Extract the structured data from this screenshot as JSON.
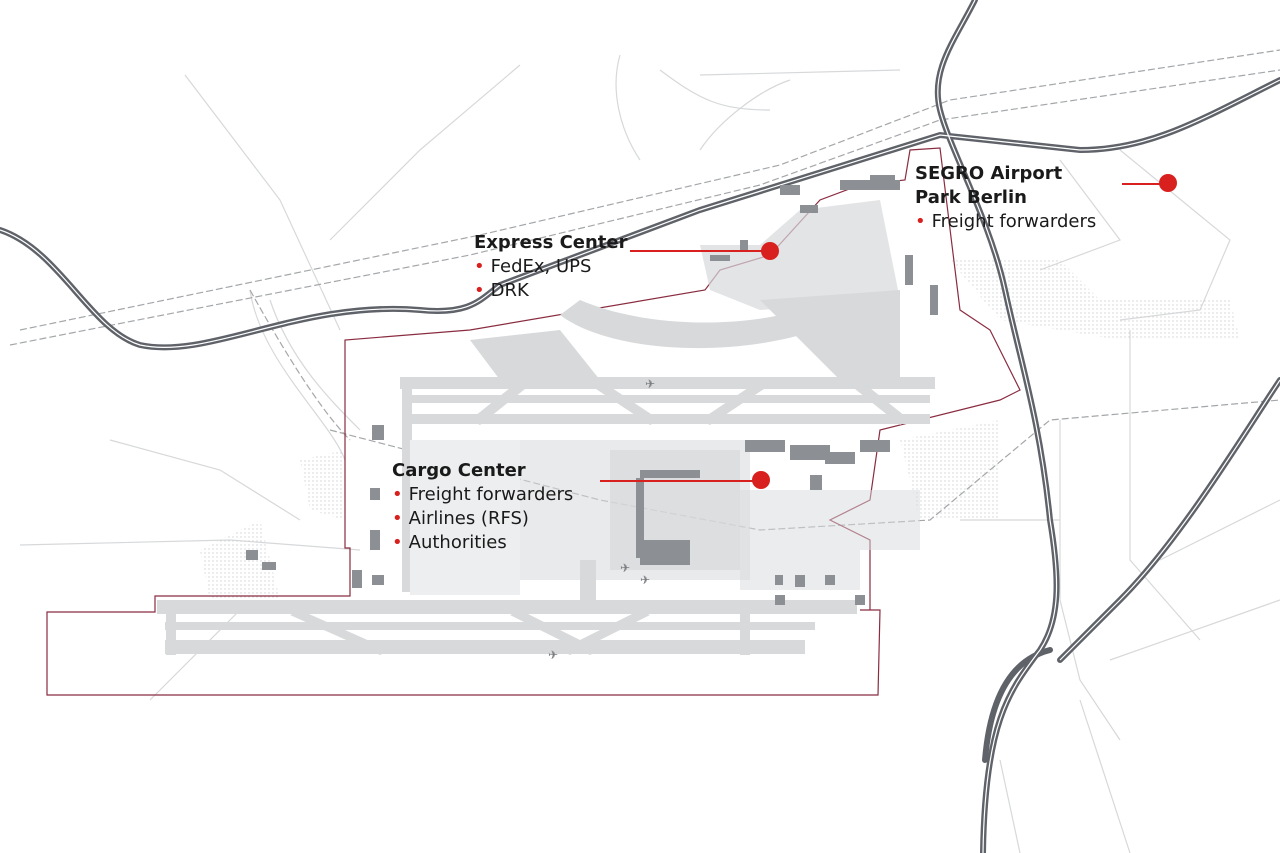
{
  "map": {
    "accent_color": "#d8201e",
    "boundary_color": "#8a2c40",
    "motorway_color": "#5f6369",
    "airfield_color": "#d7d9db",
    "building_color": "#8c8f93",
    "callouts": [
      {
        "id": "express",
        "title": "Express Center",
        "items": [
          "FedEx, UPS",
          "DRK"
        ]
      },
      {
        "id": "segro",
        "title_line1": "SEGRO Airport",
        "title_line2": "Park Berlin",
        "items": [
          "Freight forwarders"
        ]
      },
      {
        "id": "cargo",
        "title": "Cargo Center",
        "items": [
          "Freight forwarders",
          "Airlines (RFS)",
          "Authorities"
        ]
      }
    ]
  }
}
